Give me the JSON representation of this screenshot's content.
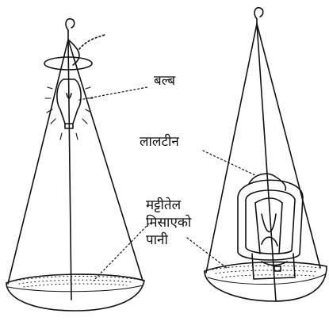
{
  "labels": {
    "bulb": "बल्ब",
    "lantern": "लालटीन",
    "water_line1": "मट्टीतेल",
    "water_line2": "मिसाएको",
    "water_line3": "पानी"
  }
}
